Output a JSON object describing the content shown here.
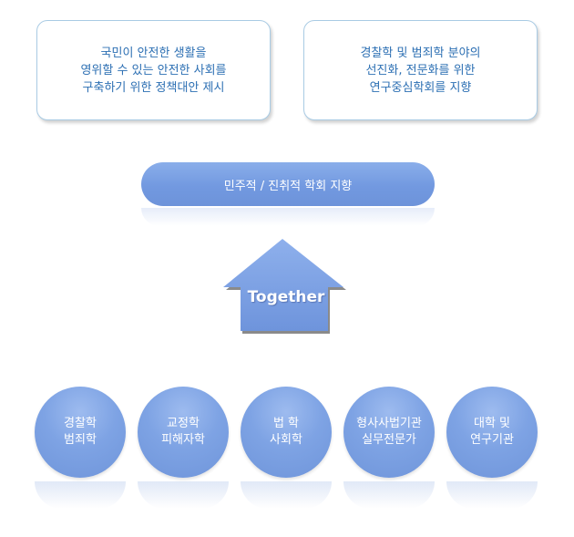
{
  "goals": [
    {
      "text": "국민이 안전한 생활을\n영위할 수 있는 안전한 사회를\n구축하기 위한 정책대안 제시"
    },
    {
      "text": "경찰학 및 범죄학 분야의\n선진화, 전문화를 위한\n연구중심학회를 지향"
    }
  ],
  "vision": {
    "text": "민주적 / 진취적 학회 지향"
  },
  "arrow": {
    "label": "Together"
  },
  "fields": [
    {
      "text": "경찰학\n범죄학"
    },
    {
      "text": "교정학\n피해자학"
    },
    {
      "text": "법 학\n사회학"
    },
    {
      "text": "형사사법기관\n실무전문가"
    },
    {
      "text": "대학 및\n연구기관"
    }
  ],
  "colors": {
    "primary": "#7ea3e4",
    "text_blue": "#2c6fb3",
    "box_border": "#a9cbe4"
  }
}
